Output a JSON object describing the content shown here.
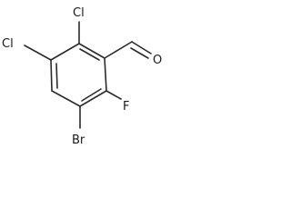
{
  "molecule": {
    "atoms": {
      "cl_top": "Cl",
      "cl_left": "Cl",
      "oxygen": "O",
      "fluorine": "F",
      "bromine": "Br"
    }
  }
}
